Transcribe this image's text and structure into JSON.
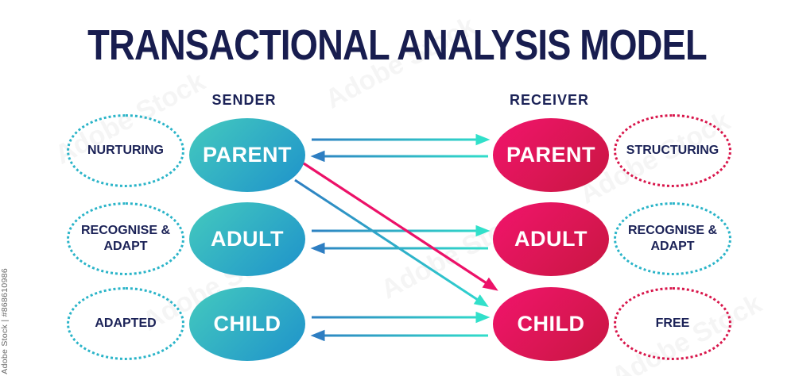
{
  "title": "TRANSACTIONAL ANALYSIS MODEL",
  "headers": {
    "sender": "SENDER",
    "receiver": "RECEIVER"
  },
  "rows": [
    {
      "sender_state": "PARENT",
      "receiver_state": "PARENT",
      "sender_trait": "NURTURING",
      "receiver_trait": "STRUCTURING"
    },
    {
      "sender_state": "ADULT",
      "receiver_state": "ADULT",
      "sender_trait": "RECOGNISE & ADAPT",
      "receiver_trait": "RECOGNISE & ADAPT"
    },
    {
      "sender_state": "CHILD",
      "receiver_state": "CHILD",
      "sender_trait": "ADAPTED",
      "receiver_trait": "FREE"
    }
  ],
  "arrows": {
    "horizontal": [
      {
        "row": "PARENT",
        "direction": "sender-to-receiver"
      },
      {
        "row": "PARENT",
        "direction": "receiver-to-sender"
      },
      {
        "row": "ADULT",
        "direction": "sender-to-receiver"
      },
      {
        "row": "ADULT",
        "direction": "receiver-to-sender"
      },
      {
        "row": "CHILD",
        "direction": "sender-to-receiver"
      },
      {
        "row": "CHILD",
        "direction": "receiver-to-sender"
      }
    ],
    "diagonal": [
      {
        "from": "sender PARENT",
        "to": "receiver CHILD",
        "color": "#ec1168"
      },
      {
        "from": "sender PARENT",
        "to": "receiver CHILD",
        "color": "#2fd9cf"
      }
    ]
  },
  "colors": {
    "title_navy": "#181d4f",
    "label_navy": "#1b2257",
    "teal_gradient_start": "#44cabe",
    "teal_gradient_end": "#1e92cb",
    "pink_gradient_start": "#f2146c",
    "pink_gradient_end": "#c81741",
    "dotted_teal": "#2ab4c8",
    "dotted_red": "#d8164b",
    "arrow_blue": "#2e7ec2",
    "arrow_turquoise": "#31e0ca",
    "arrow_pink": "#ec1168"
  },
  "watermark": {
    "side_text": "Adobe Stock | #868610986",
    "tile_text": "Adobe Stock"
  }
}
